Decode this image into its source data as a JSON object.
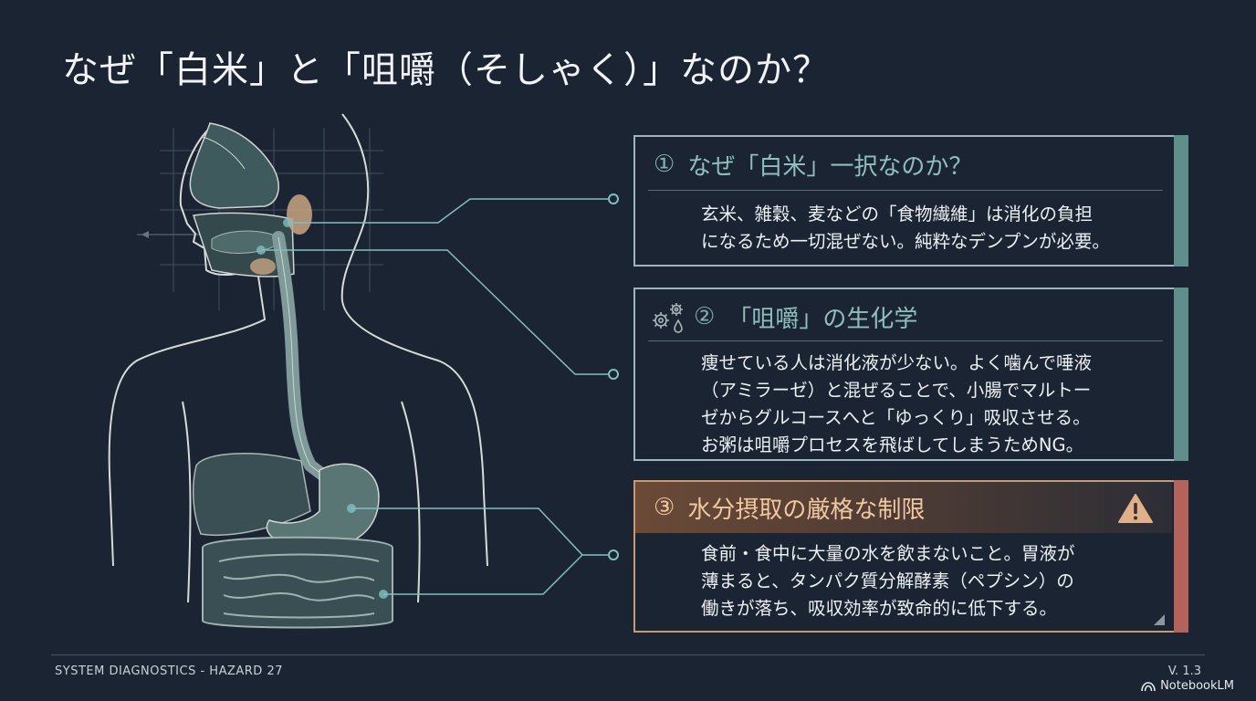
{
  "title": "なぜ「白米」と「咀嚼（そしゃく）」なのか？",
  "cards": [
    {
      "number": "①",
      "title": "なぜ「白米」一択なのか？",
      "body": [
        "玄米、雑穀、麦などの「食物繊維」は消化の負担",
        "になるため一切混ぜない。純粋なデンプンが必要。"
      ]
    },
    {
      "number": "②",
      "title": "「咀嚼」の生化学",
      "icon": "gears-drop-icon",
      "body": [
        "痩せている人は消化液が少ない。よく噛んで唾液",
        "（アミラーゼ）と混ぜることで、小腸でマルトー",
        "ゼからグルコースへと「ゆっくり」吸収させる。",
        "お粥は咀嚼プロセスを飛ばしてしまうためNG。"
      ]
    },
    {
      "number": "③",
      "title": "水分摂取の厳格な制限",
      "icon": "warning-icon",
      "body": [
        "食前・食中に大量の水を飲まないこと。胃液が",
        "薄まると、タンパク質分解酵素（ペプシン）の",
        "働きが落ち、吸収効率が致命的に低下する。"
      ]
    }
  ],
  "footer": {
    "left": "SYSTEM DIAGNOSTICS - HAZARD 27",
    "version": "V. 1.3",
    "brand": "NotebookLM"
  },
  "colors": {
    "background": "#1b2433",
    "teal_accent": "#5f8f8a",
    "warning_accent": "#b5625a",
    "warning_text": "#f0c8a0",
    "organ_fill": "#3f5a5c",
    "gland_fill": "#c9a582"
  }
}
